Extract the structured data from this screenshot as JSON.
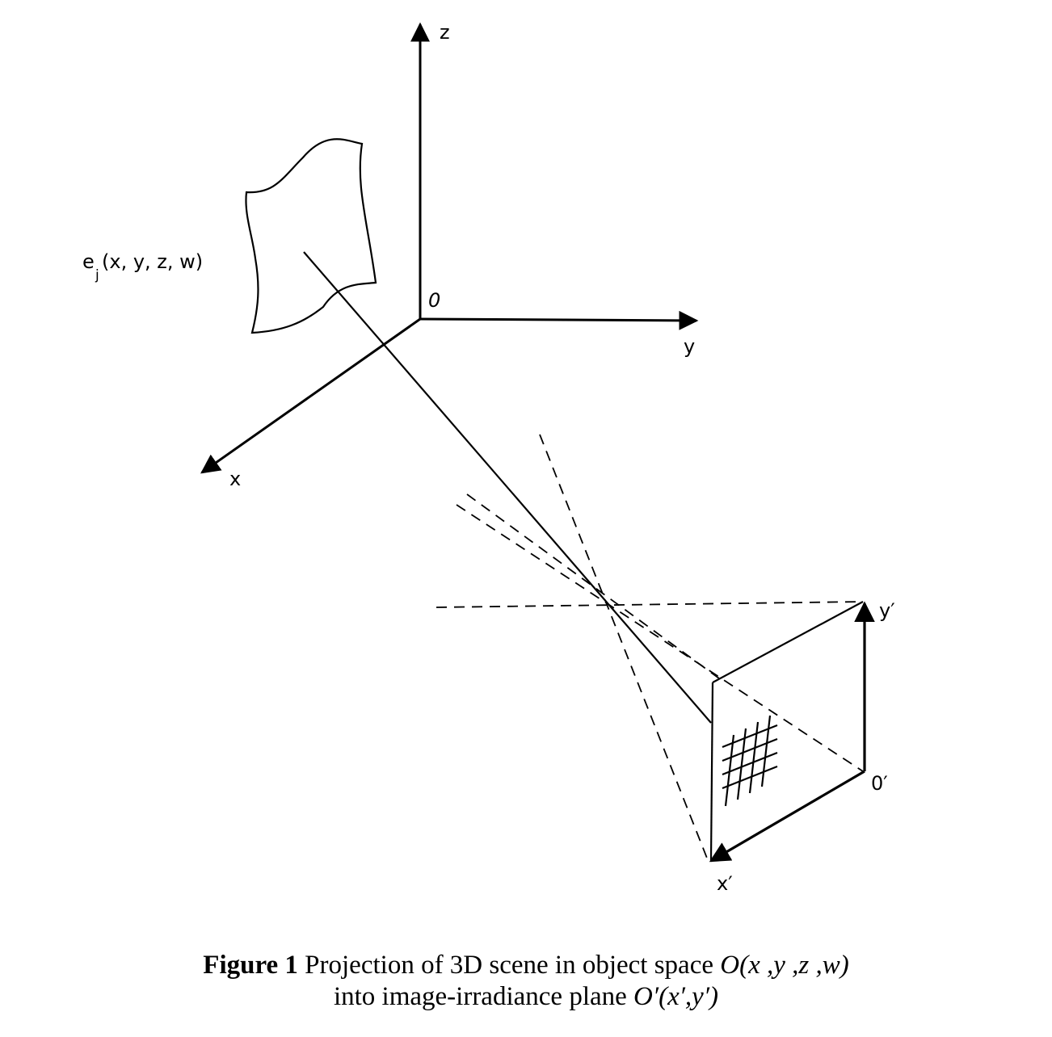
{
  "diagram": {
    "axes": {
      "z_label": "z",
      "y_label": "y",
      "x_label": "x",
      "origin_label": "0"
    },
    "element_label": {
      "prefix": "e",
      "subscript": "j",
      "args": "(x, y, z, w)"
    },
    "image_plane": {
      "x_label": "x′",
      "y_label": "y′",
      "origin_label": "0′"
    }
  },
  "caption": {
    "label": "Figure 1",
    "text_1": "Projection of 3D scene in object space",
    "math_1": "O(x ,y ,z ,w)",
    "text_2": "into image-irradiance plane",
    "math_2": "O′(x′,y′)"
  }
}
